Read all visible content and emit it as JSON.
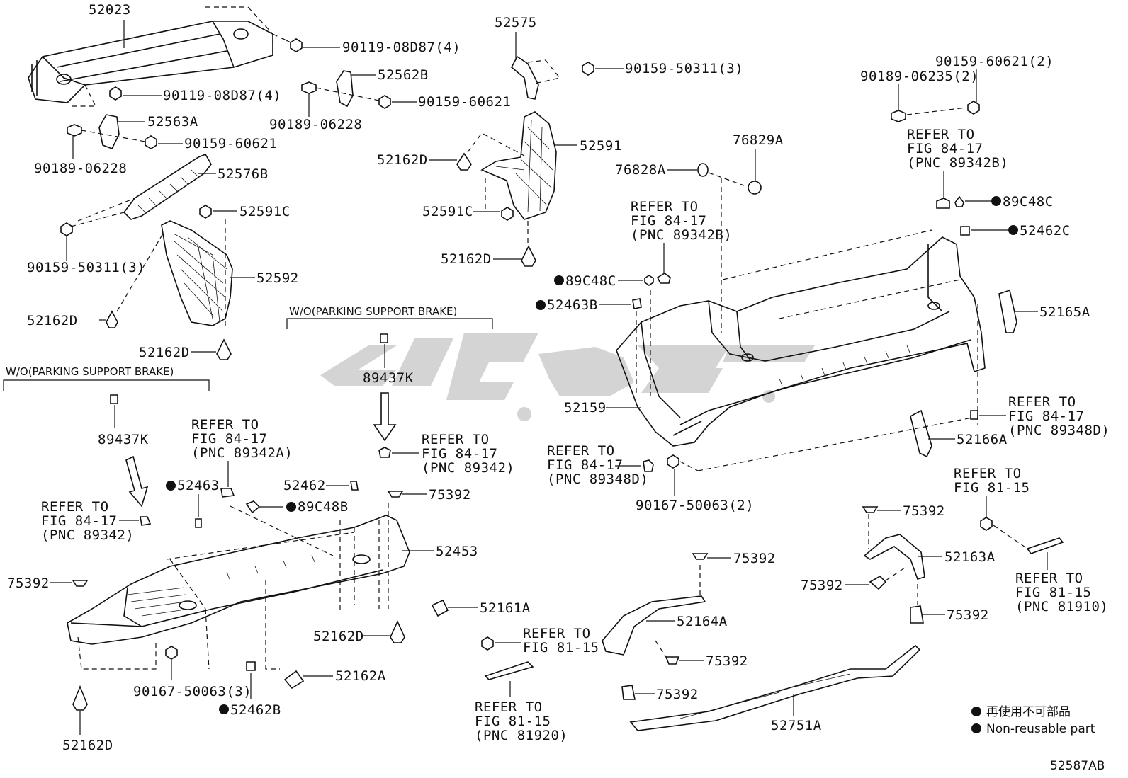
{
  "diagram_code": "52587AB",
  "legend": {
    "jp": "再使用不可部品",
    "en": "Non-reusable part"
  },
  "headers": {
    "wo_left": "W/O(PARKING SUPPORT BRAKE)",
    "wo_center": "W/O(PARKING SUPPORT BRAKE)"
  },
  "labels": {
    "p52023": "52023",
    "p90119a": "90119-08D87(4)",
    "p90119b": "90119-08D87(4)",
    "p52563a": "52563A",
    "p90189a": "90189-06228",
    "p90159a": "90159-60621",
    "p52576b": "52576B",
    "p90159b": "90159-50311(3)",
    "p52591c_l": "52591C",
    "p52592": "52592",
    "p52162d_l1": "52162D",
    "p52162d_l2": "52162D",
    "p52562b": "52562B",
    "p90189b": "90189-06228",
    "p90159c": "90159-60621",
    "p52575": "52575",
    "p90159d": "90159-50311(3)",
    "p52591": "52591",
    "p52162d_c1": "52162D",
    "p52591c_c": "52591C",
    "p52162d_c2": "52162D",
    "p76829a": "76829A",
    "p76828a": "76828A",
    "p89c48c_c": "89C48C",
    "p52463b": "52463B",
    "p52159": "52159",
    "p90167a": "90167-50063(2)",
    "p90159e": "90159-60621(2)",
    "p90189c": "90189-06235(2)",
    "p89c48c_r": "89C48C",
    "p52462c": "52462C",
    "p52165a": "52165A",
    "p52166a": "52166A",
    "p89437k_c": "89437K",
    "p89437k_l": "89437K",
    "p52463": "52463",
    "p52462": "52462",
    "p89c48b": "89C48B",
    "p75392_a": "75392",
    "p52453": "52453",
    "p75392_b": "75392",
    "p52161a": "52161A",
    "p52162d_b": "52162D",
    "p90167b": "90167-50063(3)",
    "p52462b": "52462B",
    "p52162a": "52162A",
    "p52162d_bl": "52162D",
    "p75392_c": "75392",
    "p52164a": "52164A",
    "p75392_d": "75392",
    "p75392_e": "75392",
    "p75392_f": "75392",
    "p52163a": "52163A",
    "p75392_g": "75392",
    "p75392_h": "75392",
    "p52751a": "52751A"
  },
  "refs": {
    "r1": [
      "REFER TO",
      "FIG 84-17",
      "(PNC 89342B)"
    ],
    "r2": [
      "REFER TO",
      "FIG 84-17",
      "(PNC 89342B)"
    ],
    "r3": [
      "REFER TO",
      "FIG 84-17",
      "(PNC 89348D)"
    ],
    "r4": [
      "REFER TO",
      "FIG 84-17",
      "(PNC 89348D)"
    ],
    "r5": [
      "REFER TO",
      "FIG 84-17",
      "(PNC 89342)"
    ],
    "r6": [
      "REFER TO",
      "FIG 84-17",
      "(PNC 89342A)"
    ],
    "r7": [
      "REFER TO",
      "FIG 84-17",
      "(PNC 89342)"
    ],
    "r8": [
      "REFER TO",
      "FIG 81-15"
    ],
    "r9": [
      "REFER TO",
      "FIG 81-15",
      "(PNC 81920)"
    ],
    "r10": [
      "REFER TO",
      "FIG 81-15"
    ],
    "r11": [
      "REFER TO",
      "FIG 81-15",
      "(PNC 81910)"
    ]
  }
}
